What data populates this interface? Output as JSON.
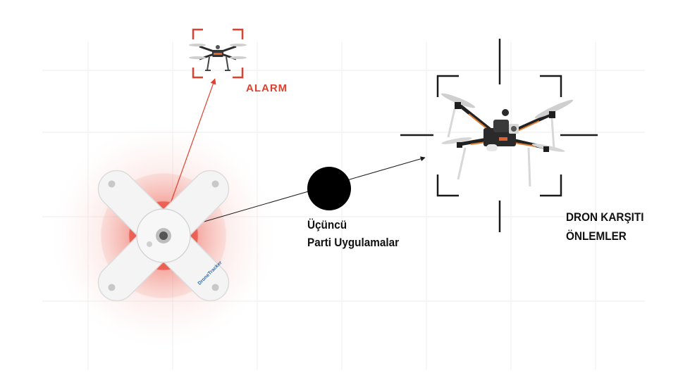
{
  "labels": {
    "alarm": "ALARM",
    "third_party": [
      "Üçüncü",
      "Parti Uygulamalar"
    ],
    "counter_measures": [
      "DRON KARŞITI",
      "ÖNLEMLER"
    ],
    "sensor_logo": "DroneTracker"
  },
  "colors": {
    "alarm": "#e0402e",
    "glow": "#e8473a",
    "text": "#111111",
    "grid": "#eeeeee",
    "frame": "#1a1a1a",
    "sensor_body": "#f4f4f4",
    "logo": "#2a6db5"
  },
  "icons": {
    "sensor": "drone-tracker-sensor-icon",
    "target_drone": "quadcopter-drone-icon",
    "counter_drone": "hexacopter-drone-icon",
    "third_party_node": "black-circle-node-icon"
  }
}
